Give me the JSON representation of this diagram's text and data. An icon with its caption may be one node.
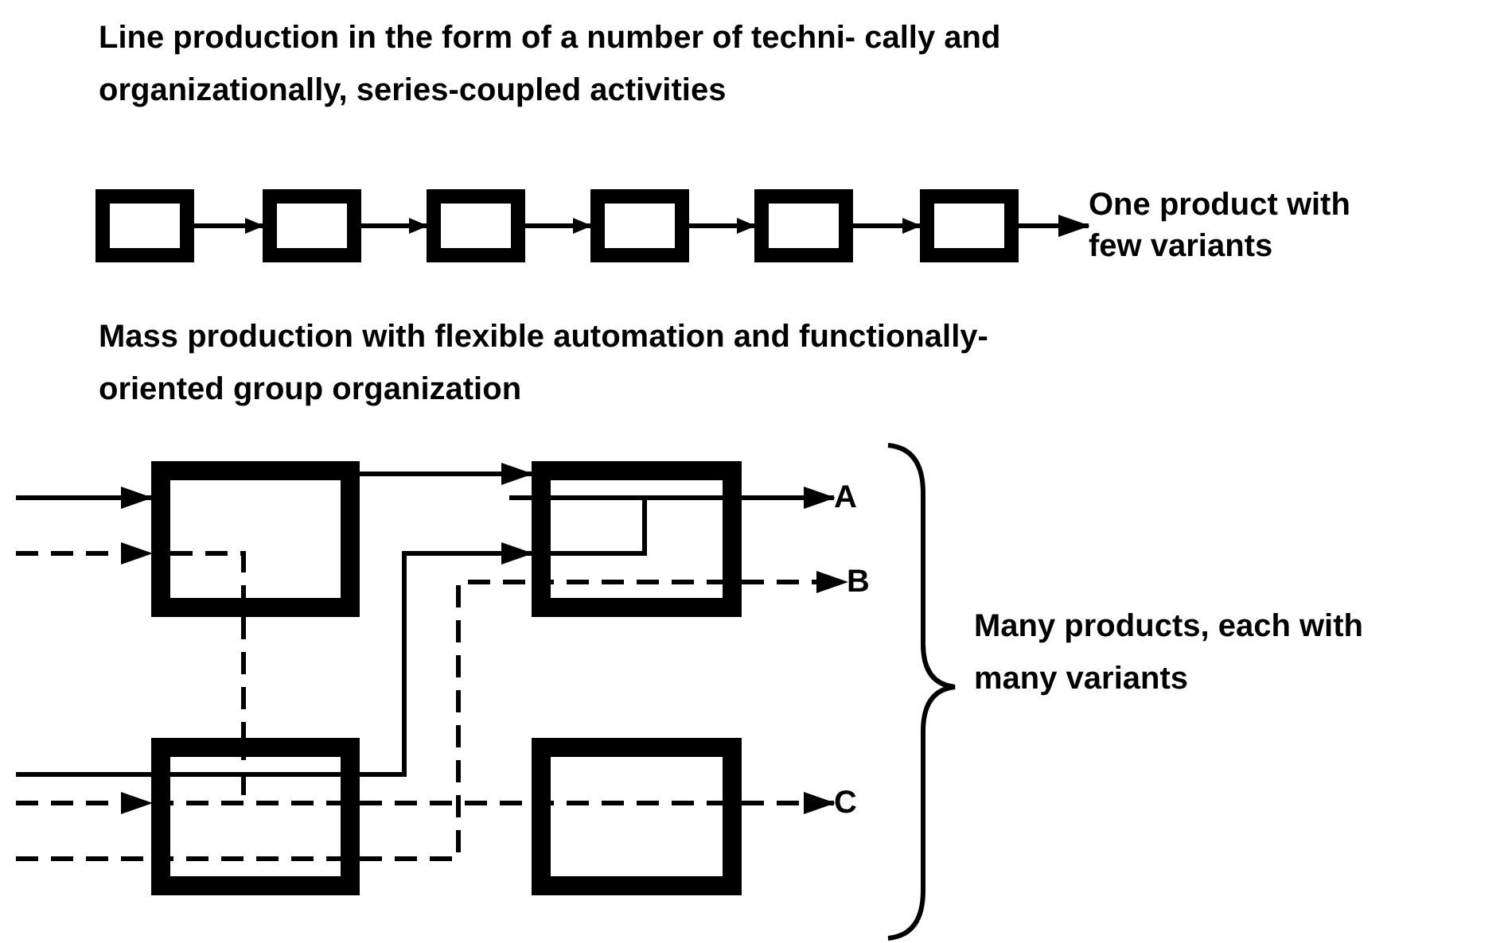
{
  "diagram": {
    "nodes": [
      {
        "text": [],
        "shape": "box"
      },
      {
        "text": [],
        "shape": "box"
      },
      {
        "text": [],
        "shape": "box"
      },
      {
        "text": [],
        "shape": "box"
      },
      {
        "text": [],
        "shape": "box"
      },
      {
        "text": [],
        "shape": "box"
      },
      {
        "text": [
          "One product with few variants"
        ]
      },
      {
        "text": [],
        "shape": "box"
      },
      {
        "text": [],
        "shape": "box"
      },
      {
        "text": [],
        "shape": "box"
      },
      {
        "text": [],
        "shape": "box"
      },
      {
        "text": [
          "A"
        ]
      },
      {
        "text": [
          "B"
        ]
      },
      {
        "text": [
          "C"
        ]
      }
    ],
    "edges": [
      {
        "from": 0,
        "to": 1,
        "arrow": "to"
      },
      {
        "from": 1,
        "to": 2,
        "arrow": "to"
      },
      {
        "from": 2,
        "to": 3,
        "arrow": "to"
      },
      {
        "from": 3,
        "to": 4,
        "arrow": "to"
      },
      {
        "from": 4,
        "to": 5,
        "arrow": "to"
      },
      {
        "from": 5,
        "to": 6,
        "arrow": "to"
      },
      {
        "from": null,
        "to": 7,
        "arrow": "to"
      },
      {
        "from": null,
        "to": 7,
        "arrow": "to",
        "style": "dashed"
      },
      {
        "from": 7,
        "to": 8,
        "arrow": "to"
      },
      {
        "from": 7,
        "to": 9,
        "arrow": "none",
        "style": "dashed"
      },
      {
        "from": null,
        "to": 9,
        "arrow": "none"
      },
      {
        "from": 9,
        "to": 8,
        "arrow": "to"
      },
      {
        "from": null,
        "to": 9,
        "arrow": "to",
        "style": "dashed"
      },
      {
        "from": 9,
        "to": 10,
        "arrow": "none",
        "style": "dashed"
      },
      {
        "from": 10,
        "to": 13,
        "arrow": "to",
        "style": "dashed"
      },
      {
        "from": null,
        "to": 9,
        "arrow": "none",
        "style": "dashed"
      },
      {
        "from": 9,
        "to": 8,
        "arrow": "none",
        "style": "dashed"
      },
      {
        "from": 8,
        "to": 11,
        "arrow": "to"
      },
      {
        "from": 8,
        "to": 12,
        "arrow": "to",
        "style": "dashed"
      }
    ],
    "labels": [
      "Line production in the form of a number of techni- cally and organizationally, series-coupled activities",
      "Mass production with flexible automation and functionally-oriented group organization",
      "Many products, each with many variants"
    ]
  }
}
